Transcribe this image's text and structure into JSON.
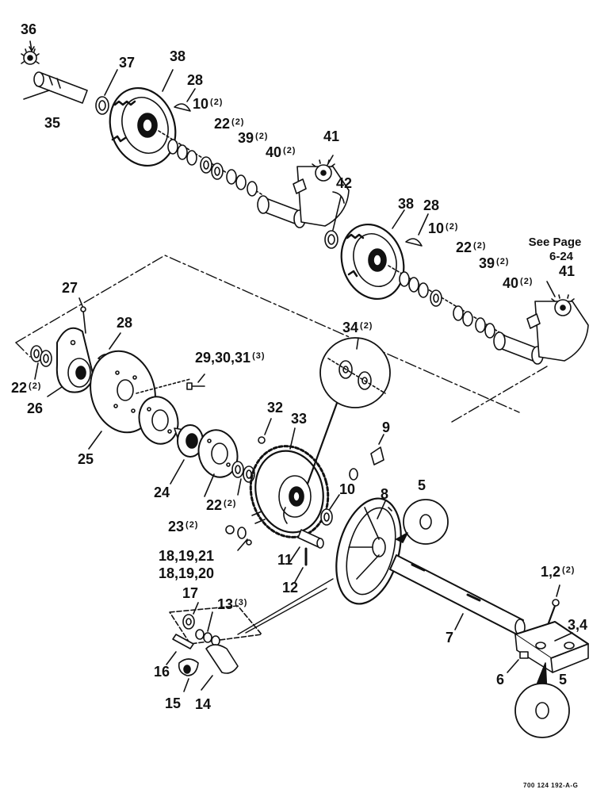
{
  "figure": {
    "drawing_number": "700 124 192-A-G",
    "note": {
      "line1": "See Page",
      "line2": "6-24"
    }
  },
  "callouts": {
    "c36": {
      "num": "36",
      "qty": ""
    },
    "c37": {
      "num": "37",
      "qty": ""
    },
    "c38a": {
      "num": "38",
      "qty": ""
    },
    "c28a": {
      "num": "28",
      "qty": ""
    },
    "c35": {
      "num": "35",
      "qty": ""
    },
    "c10a": {
      "num": "10",
      "qty": "(2)"
    },
    "c22a": {
      "num": "22",
      "qty": "(2)"
    },
    "c39a": {
      "num": "39",
      "qty": "(2)"
    },
    "c40a": {
      "num": "40",
      "qty": "(2)"
    },
    "c41a": {
      "num": "41",
      "qty": ""
    },
    "c42": {
      "num": "42",
      "qty": ""
    },
    "c38b": {
      "num": "38",
      "qty": ""
    },
    "c28b": {
      "num": "28",
      "qty": ""
    },
    "c10b": {
      "num": "10",
      "qty": "(2)"
    },
    "c22b": {
      "num": "22",
      "qty": "(2)"
    },
    "c39b": {
      "num": "39",
      "qty": "(2)"
    },
    "c40b": {
      "num": "40",
      "qty": "(2)"
    },
    "c41b": {
      "num": "41",
      "qty": ""
    },
    "c27": {
      "num": "27",
      "qty": ""
    },
    "c28c": {
      "num": "28",
      "qty": ""
    },
    "c22c": {
      "num": "22",
      "qty": "(2)"
    },
    "c26": {
      "num": "26",
      "qty": ""
    },
    "c293031": {
      "num": "29,30,31",
      "qty": "(3)"
    },
    "c34": {
      "num": "34",
      "qty": "(2)"
    },
    "c25": {
      "num": "25",
      "qty": ""
    },
    "c32": {
      "num": "32",
      "qty": ""
    },
    "c33": {
      "num": "33",
      "qty": ""
    },
    "c9": {
      "num": "9",
      "qty": ""
    },
    "c24": {
      "num": "24",
      "qty": ""
    },
    "c5a": {
      "num": "5",
      "qty": ""
    },
    "c23": {
      "num": "23",
      "qty": "(2)"
    },
    "c22d": {
      "num": "22",
      "qty": "(2)"
    },
    "c10c": {
      "num": "10",
      "qty": ""
    },
    "c8": {
      "num": "8",
      "qty": ""
    },
    "c181921": {
      "num": "18,19,21",
      "qty": ""
    },
    "c181920": {
      "num": "18,19,20",
      "qty": ""
    },
    "c11": {
      "num": "11",
      "qty": ""
    },
    "c12": {
      "num": "12",
      "qty": ""
    },
    "c17": {
      "num": "17",
      "qty": ""
    },
    "c13": {
      "num": "13",
      "qty": "(3)"
    },
    "c12b": {
      "num": "1,2",
      "qty": "(2)"
    },
    "c7": {
      "num": "7",
      "qty": ""
    },
    "c34b": {
      "num": "3,4",
      "qty": ""
    },
    "c16": {
      "num": "16",
      "qty": ""
    },
    "c6": {
      "num": "6",
      "qty": ""
    },
    "c5b": {
      "num": "5",
      "qty": ""
    },
    "c15": {
      "num": "15",
      "qty": ""
    },
    "c14": {
      "num": "14",
      "qty": ""
    }
  }
}
